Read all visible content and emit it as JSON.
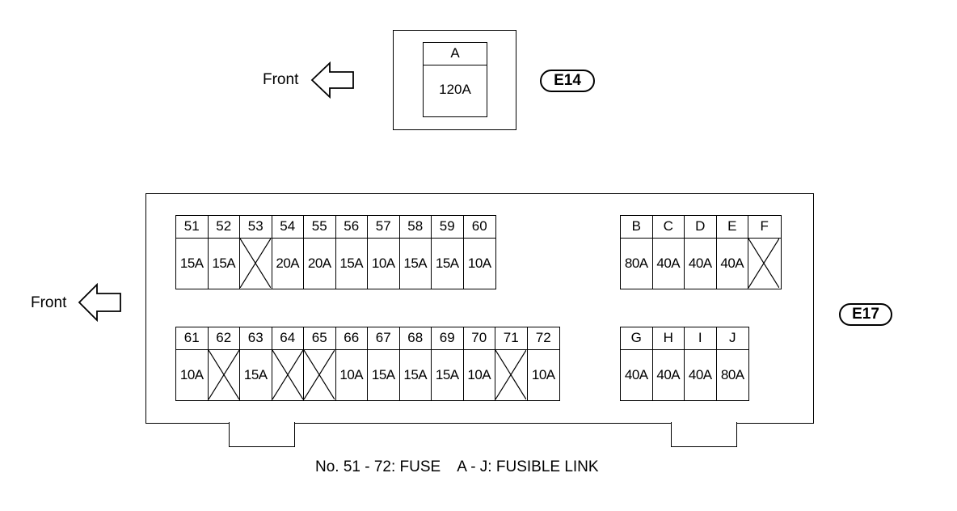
{
  "front_label": "Front",
  "e14": {
    "badge": "E14",
    "fuse": {
      "id": "A",
      "rating": "120A"
    }
  },
  "e17": {
    "badge": "E17",
    "top_fuses": [
      {
        "id": "51",
        "rating": "15A"
      },
      {
        "id": "52",
        "rating": "15A"
      },
      {
        "id": "53",
        "rating": "",
        "empty": true
      },
      {
        "id": "54",
        "rating": "20A"
      },
      {
        "id": "55",
        "rating": "20A"
      },
      {
        "id": "56",
        "rating": "15A"
      },
      {
        "id": "57",
        "rating": "10A"
      },
      {
        "id": "58",
        "rating": "15A"
      },
      {
        "id": "59",
        "rating": "15A"
      },
      {
        "id": "60",
        "rating": "10A"
      }
    ],
    "bottom_fuses": [
      {
        "id": "61",
        "rating": "10A"
      },
      {
        "id": "62",
        "rating": "",
        "empty": true
      },
      {
        "id": "63",
        "rating": "15A"
      },
      {
        "id": "64",
        "rating": "",
        "empty": true
      },
      {
        "id": "65",
        "rating": "",
        "empty": true
      },
      {
        "id": "66",
        "rating": "10A"
      },
      {
        "id": "67",
        "rating": "15A"
      },
      {
        "id": "68",
        "rating": "15A"
      },
      {
        "id": "69",
        "rating": "15A"
      },
      {
        "id": "70",
        "rating": "10A"
      },
      {
        "id": "71",
        "rating": "",
        "empty": true
      },
      {
        "id": "72",
        "rating": "10A"
      }
    ],
    "top_links": [
      {
        "id": "B",
        "rating": "80A"
      },
      {
        "id": "C",
        "rating": "40A"
      },
      {
        "id": "D",
        "rating": "40A"
      },
      {
        "id": "E",
        "rating": "40A"
      },
      {
        "id": "F",
        "rating": "",
        "empty": true
      }
    ],
    "bottom_links": [
      {
        "id": "G",
        "rating": "40A"
      },
      {
        "id": "H",
        "rating": "40A"
      },
      {
        "id": "I",
        "rating": "40A"
      },
      {
        "id": "J",
        "rating": "80A"
      }
    ]
  },
  "caption": "No. 51 - 72: FUSE    A - J: FUSIBLE LINK"
}
